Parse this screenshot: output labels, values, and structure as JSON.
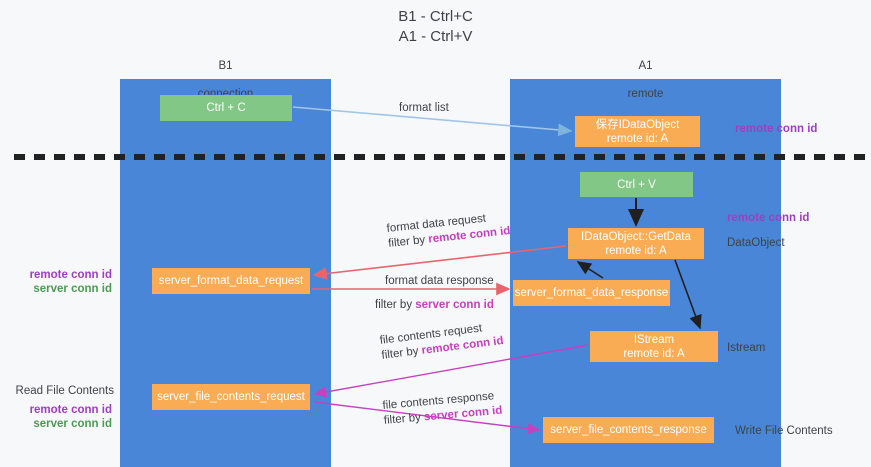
{
  "title": "B1 - Ctrl+C\nA1 - Ctrl+V",
  "colors": {
    "lane": "#4a86d8",
    "green_node": "#82c785",
    "orange_node": "#f9ac54",
    "purple_key": "#a03ec0",
    "green_key": "#4a9c52",
    "light_blue_arrow": "#9fc5e8",
    "red_arrow": "#e8646e",
    "magenta_arrow": "#c640c0",
    "black_arrow": "#222222",
    "background": "#f7f8f9"
  },
  "lanes": [
    {
      "id": "b1",
      "title": "B1",
      "subtitle": "connection"
    },
    {
      "id": "a1",
      "title": "A1",
      "subtitle": "remote"
    }
  ],
  "nodes": {
    "ctrl_c": {
      "label": "Ctrl + C"
    },
    "save_idataobject": {
      "line1": "保存IDataObject",
      "line2": "remote id: A"
    },
    "ctrl_v": {
      "label": "Ctrl + V"
    },
    "getdata": {
      "line1": "IDataObject::GetData",
      "line2": "remote id: A"
    },
    "format_data_request": {
      "label": "server_format_data_request"
    },
    "format_data_response": {
      "label": "server_format_data_response"
    },
    "istream": {
      "line1": "IStream",
      "line2": "remote id: A"
    },
    "file_contents_request": {
      "label": "server_file_contents_request"
    },
    "file_contents_response": {
      "label": "server_file_contents_response"
    }
  },
  "edge_labels": {
    "format_list": "format list",
    "format_data_request": "format data request",
    "format_data_request_filter_prefix": "filter by ",
    "format_data_request_filter_key": "remote conn id",
    "format_data_response": "format data response",
    "format_data_response_filter_prefix": "filter by ",
    "format_data_response_filter_key": "server conn id",
    "file_contents_request": "file contents request",
    "file_contents_request_filter_prefix": "filter by ",
    "file_contents_request_filter_key": "remote conn id",
    "file_contents_response": "file contents response",
    "file_contents_response_filter_prefix": "filter by ",
    "file_contents_response_filter_key": "server conn id"
  },
  "side_labels": {
    "right_remote_conn_id_top": "remote conn id",
    "right_remote_conn_id_mid": "remote conn id",
    "right_dataobject": "DataObject",
    "right_istream": "Istream",
    "right_write_file_contents": "Write File Contents",
    "left_remote_conn_id_1": "remote conn id",
    "left_server_conn_id_1": "server conn id",
    "left_read_file_contents": "Read File Contents",
    "left_remote_conn_id_2": "remote conn id",
    "left_server_conn_id_2": "server conn id"
  }
}
